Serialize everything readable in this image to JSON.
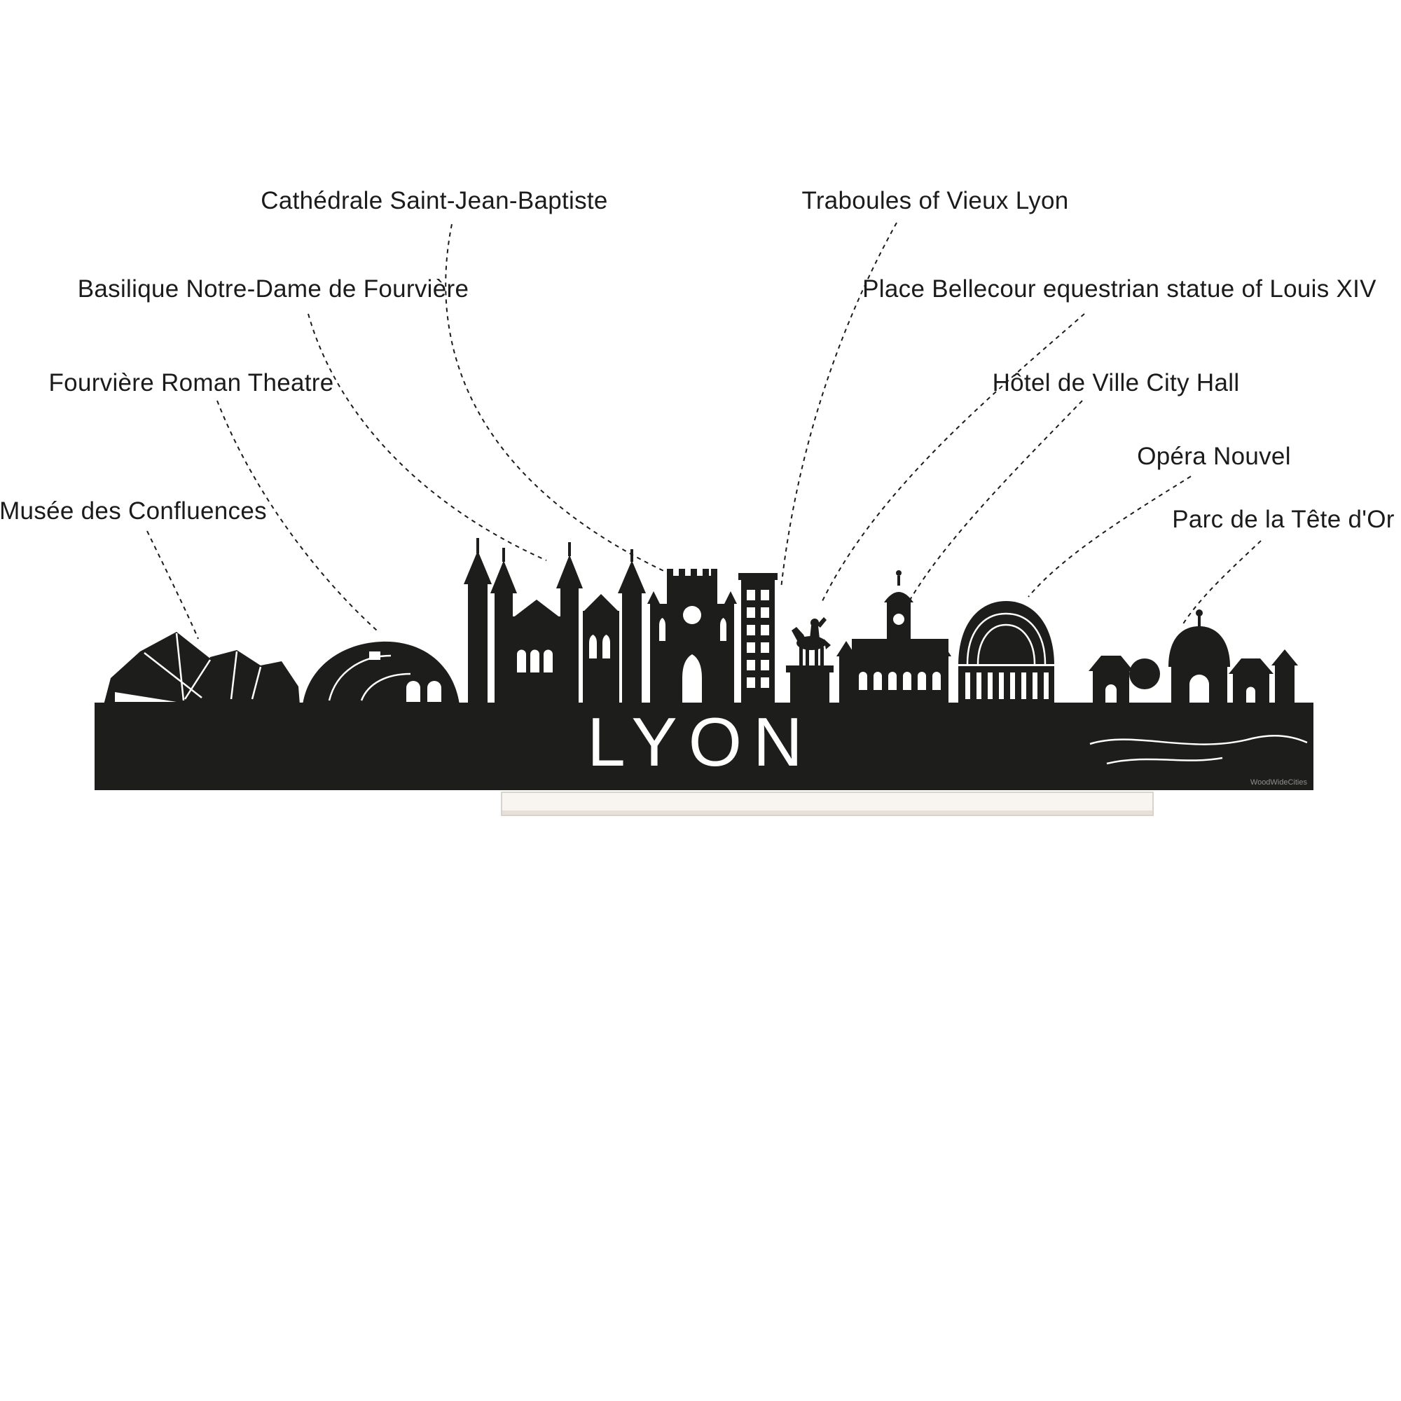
{
  "title": "Lyon skyline landmarks diagram",
  "labels": [
    {
      "text": "Cathédrale Saint-Jean-Baptiste"
    },
    {
      "text": "Traboules of Vieux Lyon"
    },
    {
      "text": "Basilique Notre-Dame de Fourvière"
    },
    {
      "text": "Place Bellecour equestrian statue of Louis XIV"
    },
    {
      "text": "Fourvière Roman Theatre"
    },
    {
      "text": "Hôtel de Ville City Hall"
    },
    {
      "text": "Opéra Nouvel"
    },
    {
      "text": "Musée des Confluences"
    },
    {
      "text": "Parc de la Tête d'Or"
    }
  ],
  "skyline": {
    "city_label": "LYON",
    "watermark": "WoodWideCities",
    "silhouette_color": "#1d1d1b",
    "background_color": "#ffffff",
    "base_color": "#f8f5f1",
    "base_edge_color": "#d9d3cb",
    "label_color": "#1b1b1b"
  }
}
